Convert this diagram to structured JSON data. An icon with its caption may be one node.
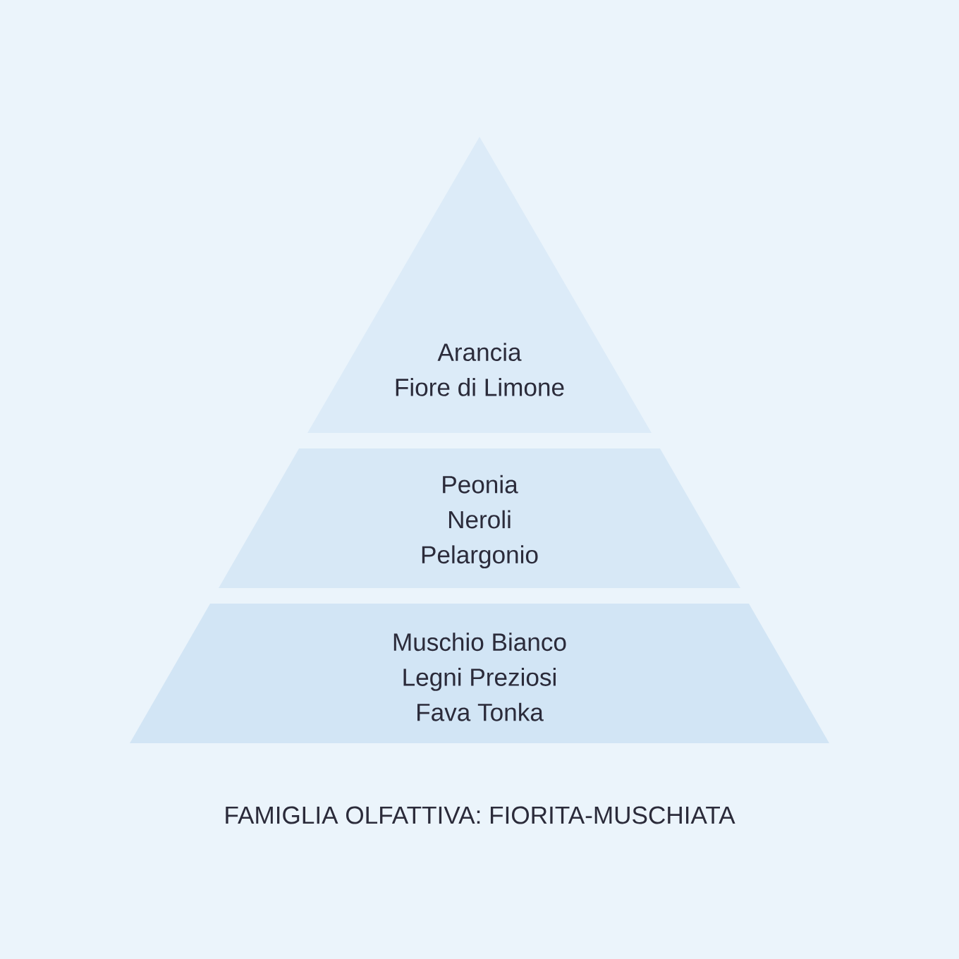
{
  "diagram": {
    "caption": "FAMIGLIA OLFATTIVA: FIORITA-MUSCHIATA",
    "nodes": [
      {
        "text": [
          "Arancia",
          "Fiore di Limone"
        ]
      },
      {
        "text": [
          "Peonia",
          "Neroli",
          "Pelargonio"
        ]
      },
      {
        "text": [
          "Muschio Bianco",
          "Legni Preziosi",
          "Fava Tonka"
        ]
      }
    ]
  }
}
